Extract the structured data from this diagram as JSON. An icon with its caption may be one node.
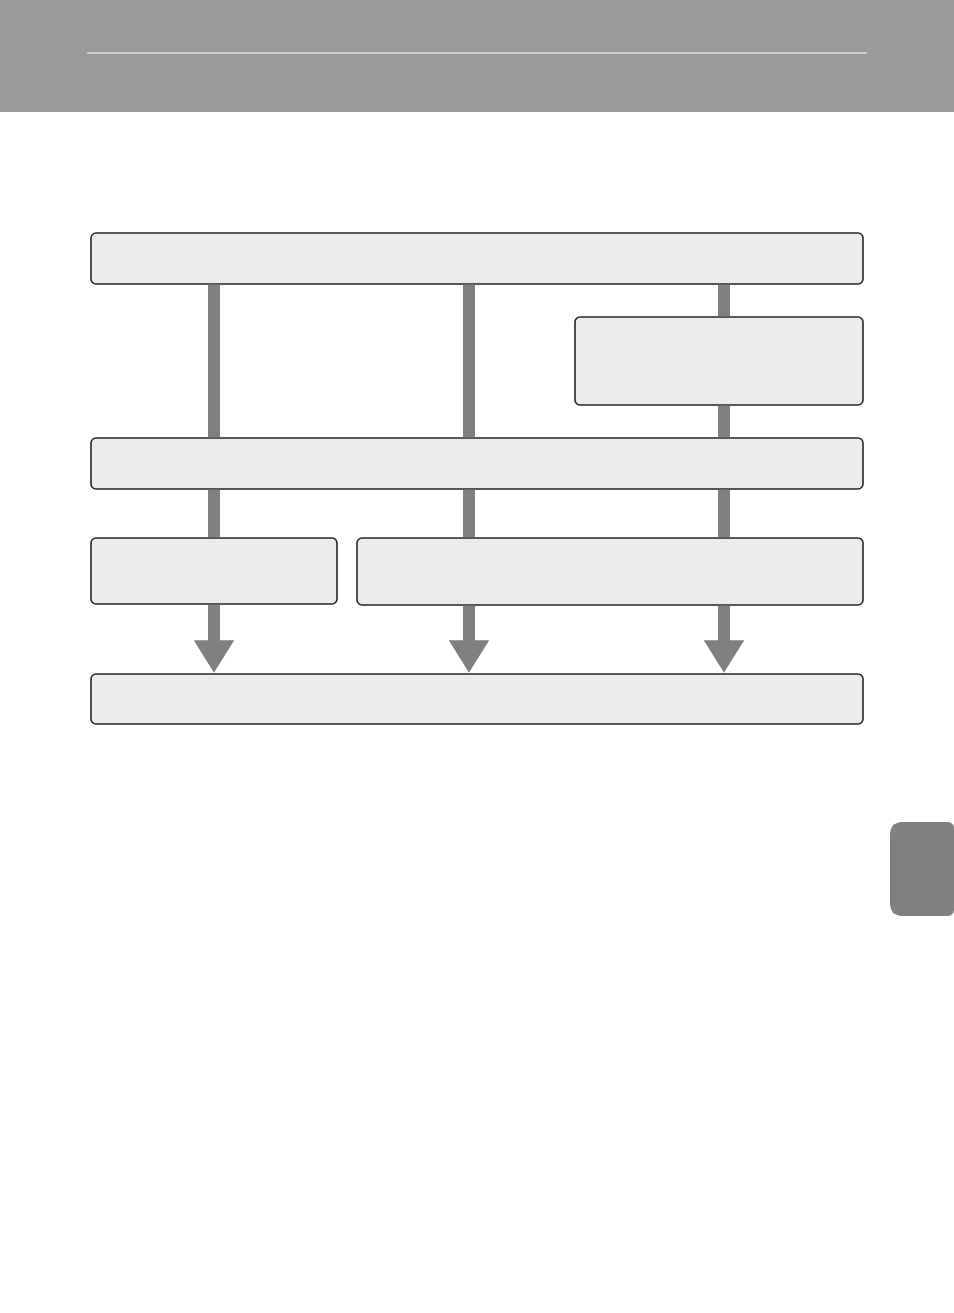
{
  "diagram": {
    "nodes": [
      {
        "text": [],
        "shape": "box"
      },
      {
        "text": [],
        "shape": "box"
      },
      {
        "text": [],
        "shape": "box"
      },
      {
        "text": [],
        "shape": "box"
      },
      {
        "text": [],
        "shape": "box"
      },
      {
        "text": [],
        "shape": "box"
      }
    ],
    "edges": [
      {
        "from": 0,
        "to": 2,
        "arrow": "none"
      },
      {
        "from": 0,
        "to": 2,
        "arrow": "none"
      },
      {
        "from": 0,
        "to": 1,
        "arrow": "none"
      },
      {
        "from": 1,
        "to": 2,
        "arrow": "none"
      },
      {
        "from": 2,
        "to": 3,
        "arrow": "none"
      },
      {
        "from": 2,
        "to": 4,
        "arrow": "none"
      },
      {
        "from": 2,
        "to": 4,
        "arrow": "none"
      },
      {
        "from": 3,
        "to": 5,
        "arrow": "to"
      },
      {
        "from": 4,
        "to": 5,
        "arrow": "to"
      },
      {
        "from": 4,
        "to": 5,
        "arrow": "to"
      }
    ]
  }
}
